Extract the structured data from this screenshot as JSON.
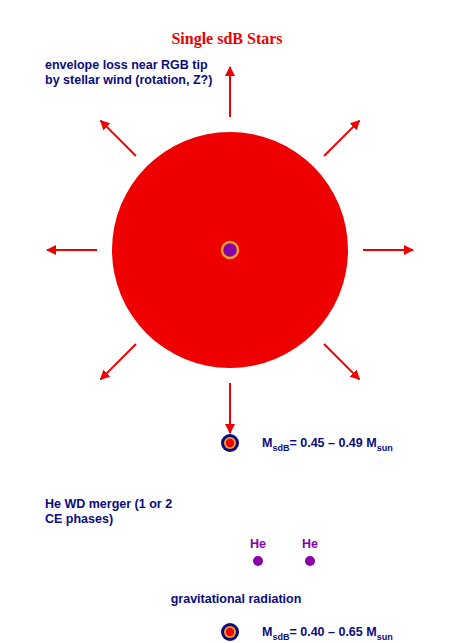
{
  "diagram": {
    "title": "Single sdB Stars",
    "nodes": [
      {
        "text": [
          "He"
        ]
      },
      {
        "text": [
          "He"
        ]
      }
    ],
    "labels": [
      "envelope loss near RGB tip by stellar wind (rotation, Z?)",
      "M",
      "sdB",
      "= 0.45 – 0.49 M",
      "sun",
      "He WD merger (1 or 2 CE phases)",
      "gravitational radiation",
      "M",
      "sdB",
      "= 0.40 – 0.65 M",
      "sun"
    ]
  }
}
